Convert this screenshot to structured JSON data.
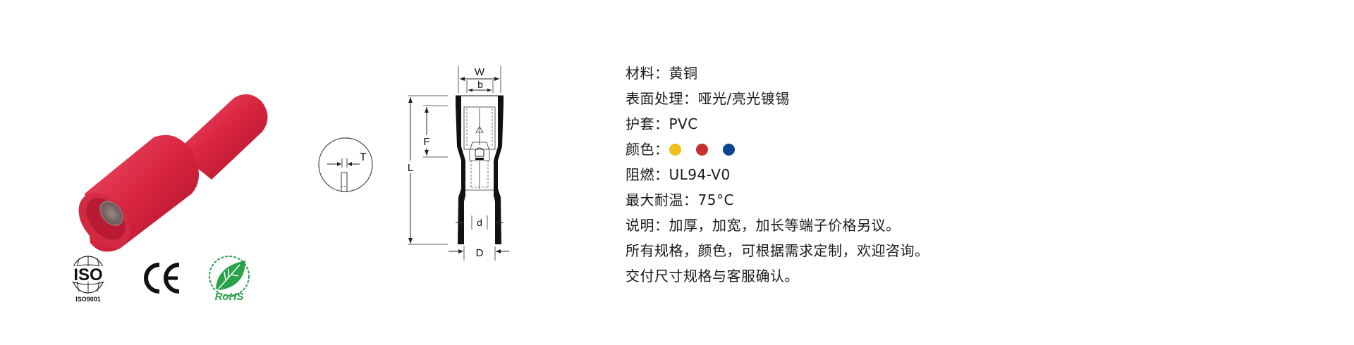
{
  "product": {
    "name": "red-insulated-female-bullet-terminal",
    "color": "#d8243f"
  },
  "certifications": [
    {
      "name": "ISO",
      "label": "ISO9001"
    },
    {
      "name": "CE",
      "label": "CE"
    },
    {
      "name": "RoHS",
      "label": "RoHS"
    }
  ],
  "detail_view": {
    "dimension_label": "T"
  },
  "drawing": {
    "labels": {
      "width": "W",
      "inner_width": "b",
      "front": "F",
      "length": "L",
      "inner_dia": "d",
      "outer_dia": "D"
    }
  },
  "specs": {
    "material": {
      "label": "材料：",
      "value": "黄铜"
    },
    "surface": {
      "label": "表面处理：",
      "value": "哑光/亮光镀锡"
    },
    "sleeve": {
      "label": "护套：",
      "value": "PVC"
    },
    "colors": {
      "label": "颜色：",
      "swatches": [
        {
          "name": "yellow",
          "hex": "#f0bd1b"
        },
        {
          "name": "red",
          "hex": "#c9302c"
        },
        {
          "name": "blue",
          "hex": "#0d4596"
        }
      ]
    },
    "flame": {
      "label": "阻燃：",
      "value": "UL94-V0"
    },
    "max_temp": {
      "label": "最大耐温：",
      "value": "75°C"
    },
    "note1": "说明：加厚，加宽，加长等端子价格另议。",
    "note2": "所有规格，颜色，可根据需求定制，欢迎咨询。",
    "note3": "交付尺寸规格与客服确认。"
  }
}
